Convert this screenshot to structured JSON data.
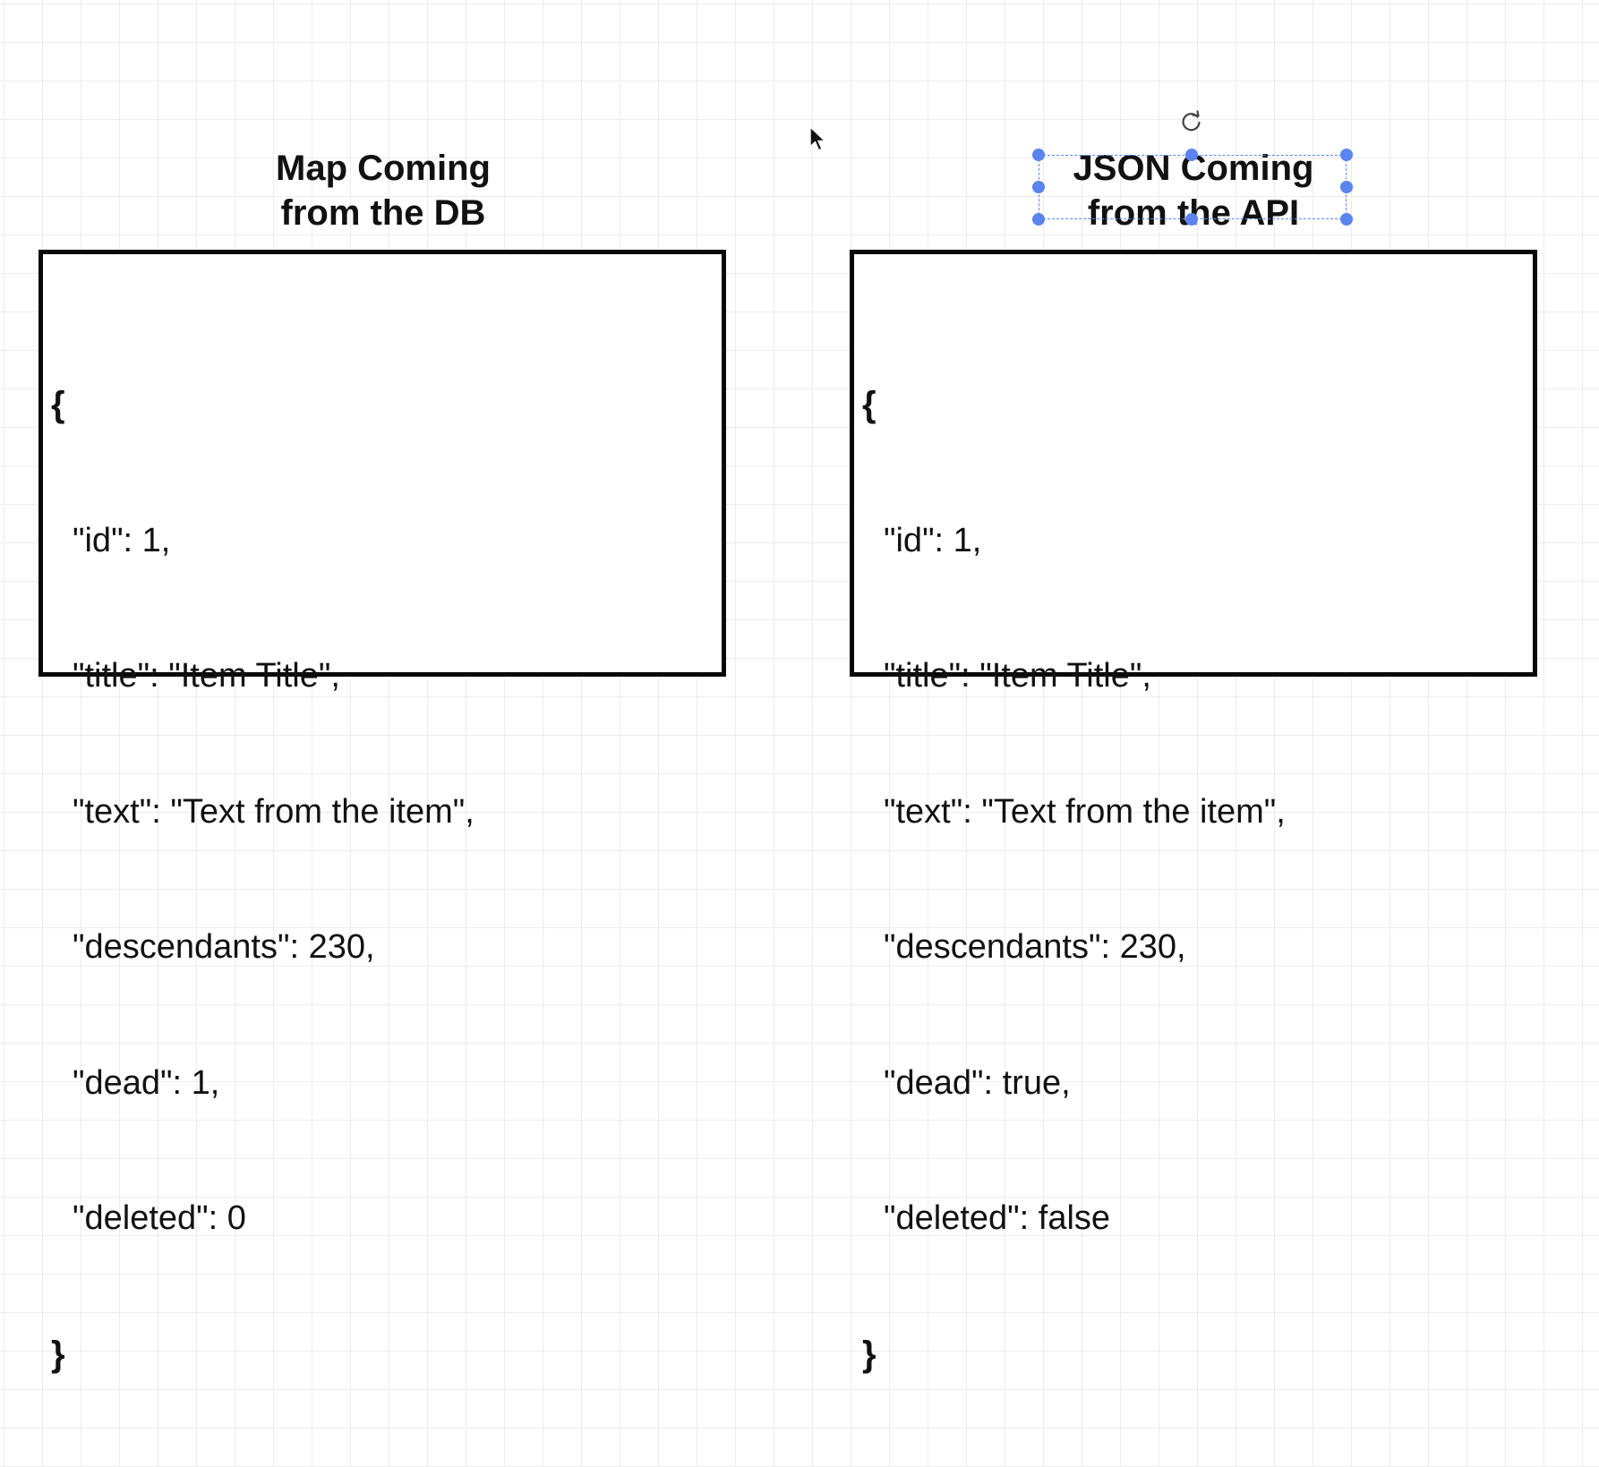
{
  "diagram": {
    "left_panel": {
      "title_lines": [
        "Map Coming",
        "from the DB"
      ],
      "code": {
        "open": "{",
        "lines": [
          "\"id\": 1,",
          "\"title\": \"Item Title\",",
          "\"text\": \"Text from the item\",",
          "\"descendants\": 230,",
          "\"dead\": 1,",
          "\"deleted\": 0"
        ],
        "close": "}"
      }
    },
    "right_panel": {
      "title_lines": [
        "JSON Coming",
        "from the API"
      ],
      "code": {
        "open": "{",
        "lines": [
          "\"id\": 1,",
          "\"title\": \"Item Title\",",
          "\"text\": \"Text from the item\",",
          "\"descendants\": 230,",
          "\"dead\": true,",
          "\"deleted\": false"
        ],
        "close": "}"
      },
      "selected": true
    }
  },
  "ui": {
    "selection_color": "#5b84f0",
    "grid_color": "#ececec",
    "icons": [
      "rotate-handle-icon",
      "mouse-cursor-icon"
    ]
  }
}
